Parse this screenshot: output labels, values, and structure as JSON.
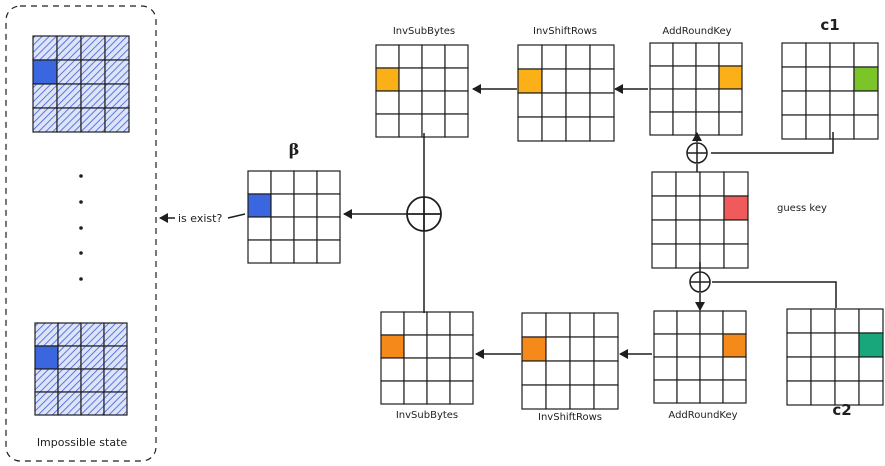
{
  "impossible_set": {
    "label": "Impossible state",
    "ellipsis": ". . . . .",
    "grid_fill": "#c9d3f0",
    "hatch_color": "#3b5bdb",
    "highlight_color": "#3a66e0"
  },
  "beta": {
    "symbol": "β",
    "query": "is exist?",
    "highlight_color": "#3a66e0"
  },
  "guess": {
    "label": "guess key",
    "highlight_color": "#f05a5a"
  },
  "top_path": {
    "ciphertext_label": "c1",
    "ciphertext_color": "#7cc529",
    "byte_color": "#fbb018",
    "steps": [
      "InvSubBytes",
      "InvShiftRows",
      "AddRoundKey"
    ]
  },
  "bottom_path": {
    "ciphertext_label": "c2",
    "ciphertext_color": "#17a77a",
    "byte_color": "#f58a1a",
    "steps": [
      "InvSubBytes",
      "InvShiftRows",
      "AddRoundKey"
    ]
  },
  "colors": {
    "stroke": "#1e1e1e"
  }
}
